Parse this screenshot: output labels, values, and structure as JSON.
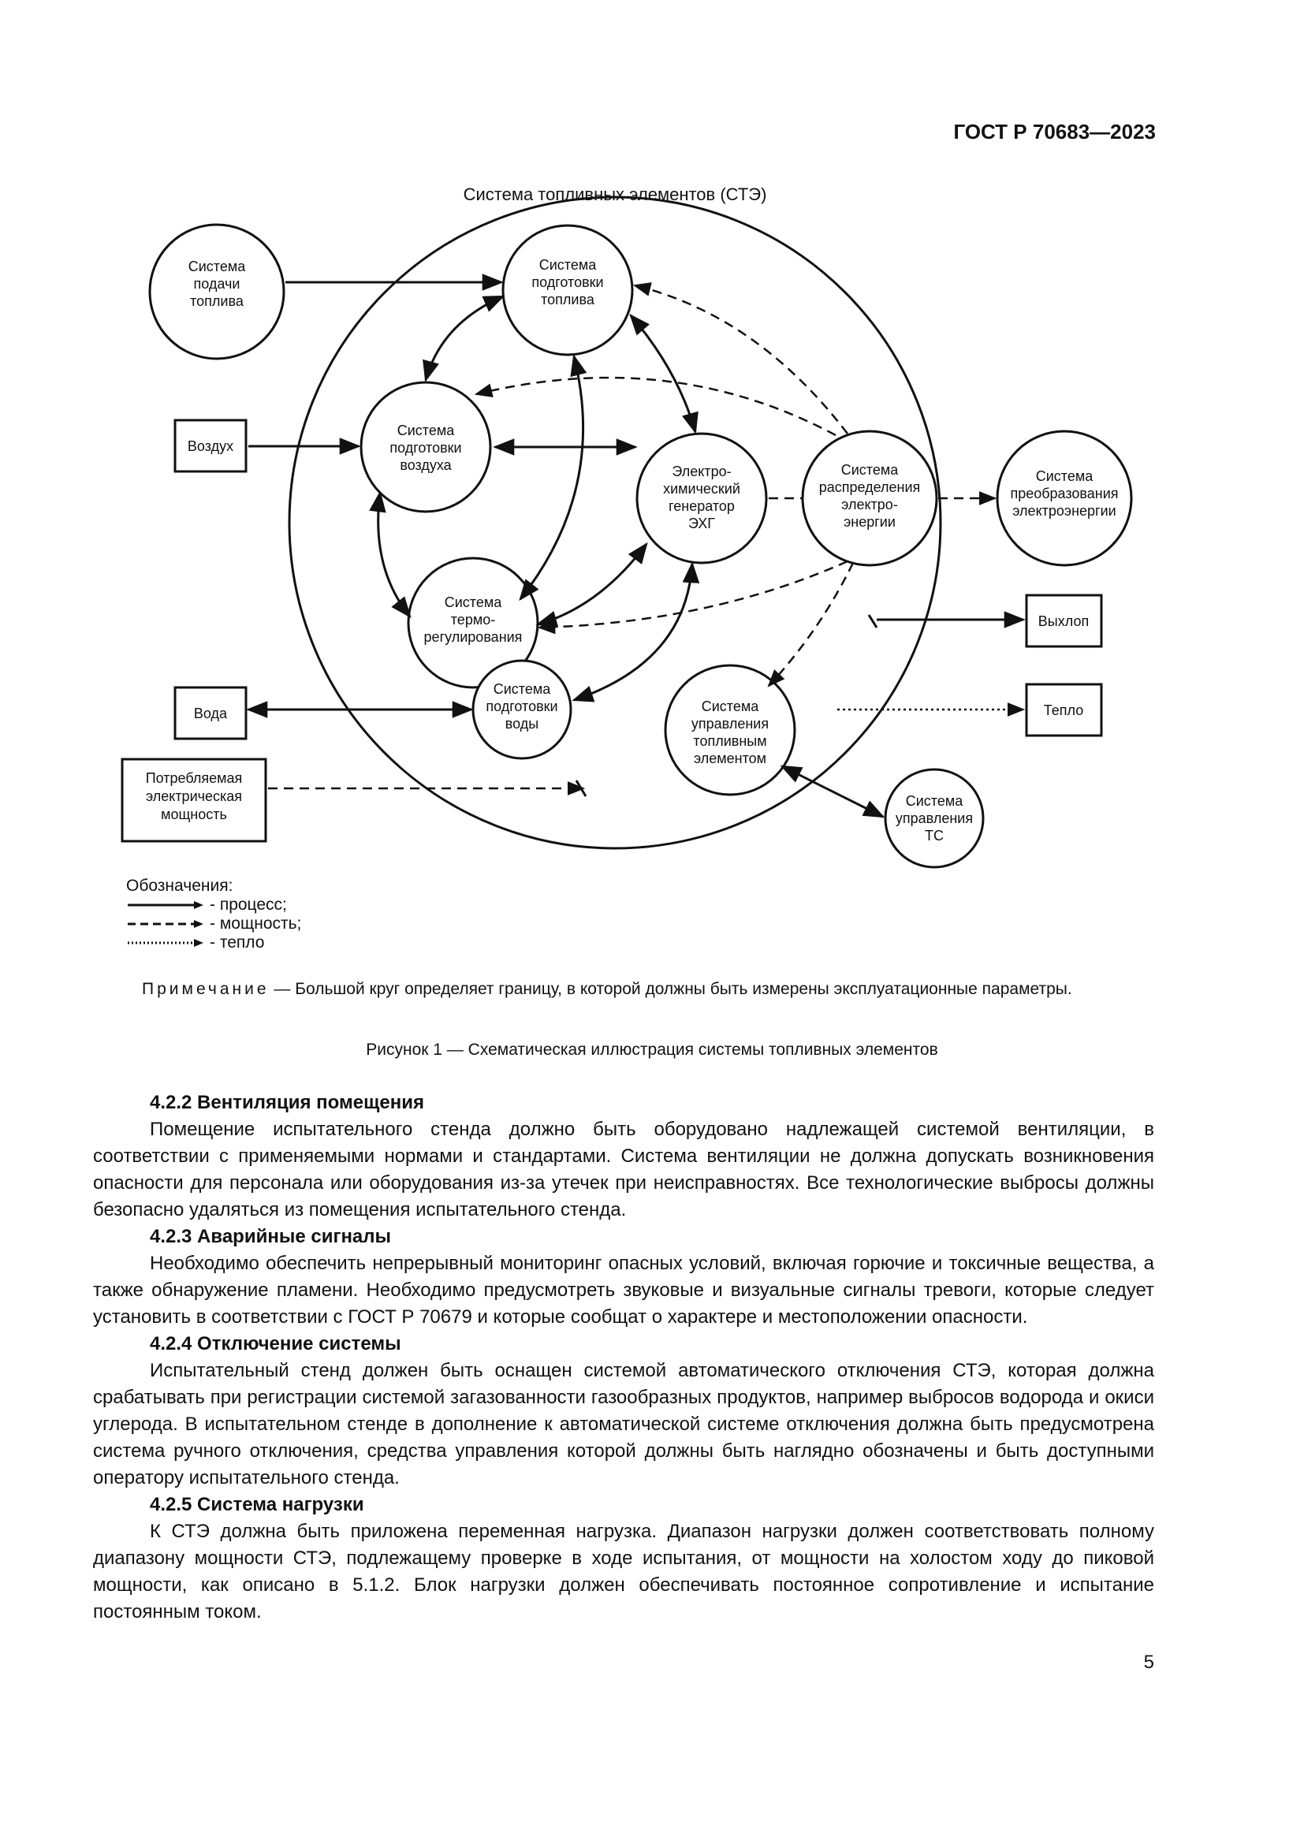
{
  "header": {
    "standard": "ГОСТ Р 70683—2023"
  },
  "figure": {
    "title": "Система топливных элементов (СТЭ)",
    "nodes": {
      "fuel_supply": [
        "Система",
        "подачи",
        "топлива"
      ],
      "fuel_prep": [
        "Система",
        "подготовки",
        "топлива"
      ],
      "air_prep": [
        "Система",
        "подготовки",
        "воздуха"
      ],
      "ehg": [
        "Электро-",
        "химический",
        "генератор",
        "ЭХГ"
      ],
      "power_dist": [
        "Система",
        "распределения",
        "электро-",
        "энергии"
      ],
      "power_conv": [
        "Система",
        "преобразования",
        "электроэнергии"
      ],
      "thermo": [
        "Система",
        "термо-",
        "регулирования"
      ],
      "water_prep": [
        "Система",
        "подготовки",
        "воды"
      ],
      "fc_control": [
        "Система",
        "управления",
        "топливным",
        "элементом"
      ],
      "ts_control": [
        "Система",
        "управления",
        "ТС"
      ]
    },
    "boxes": {
      "air": "Воздух",
      "water": "Вода",
      "exhaust": "Выхлоп",
      "heat": "Тепло",
      "consumed_power": [
        "Потребляемая",
        "электрическая",
        "мощность"
      ]
    }
  },
  "legend": {
    "heading": "Обозначения:",
    "process": "- процесс;",
    "power": "- мощность;",
    "heat": "- тепло"
  },
  "note": {
    "label": "Примечание",
    "text": " — Большой круг определяет границу, в которой должны быть измерены эксплуатационные параметры."
  },
  "caption": "Рисунок 1 — Схематическая иллюстрация системы топливных элементов",
  "sections": [
    {
      "heading": "4.2.2 Вентиляция помещения",
      "paragraphs": [
        "Помещение испытательного стенда должно быть оборудовано надлежащей системой вентиляции, в соответствии с применяемыми нормами и стандартами. Система вентиляции не должна допускать возникновения опасности для персонала или оборудования из-за утечек при неисправностях. Все технологические выбросы должны безопасно удаляться из помещения испытательного стенда."
      ]
    },
    {
      "heading": "4.2.3 Аварийные сигналы",
      "paragraphs": [
        "Необходимо обеспечить непрерывный мониторинг опасных условий, включая горючие и токсичные вещества, а также обнаружение пламени. Необходимо предусмотреть звуковые и визуальные сигналы тревоги, которые следует установить в соответствии с ГОСТ Р 70679 и которые сообщат о характере и местоположении опасности."
      ]
    },
    {
      "heading": "4.2.4 Отключение системы",
      "paragraphs": [
        "Испытательный стенд должен быть оснащен системой автоматического отключения СТЭ, которая должна срабатывать при регистрации системой загазованности газообразных продуктов, например выбросов водорода и окиси углерода. В испытательном стенде в дополнение к автоматической системе отключения должна быть предусмотрена система ручного отключения, средства управления которой должны быть наглядно обозначены и быть доступными оператору испытательного стенда."
      ]
    },
    {
      "heading": "4.2.5 Система нагрузки",
      "paragraphs": [
        "К СТЭ должна быть приложена переменная нагрузка. Диапазон нагрузки должен соответствовать полному диапазону мощности СТЭ, подлежащему проверке в ходе испытания, от мощности на холостом ходу до пиковой мощности, как описано в 5.1.2. Блок нагрузки должен обеспечивать постоянное сопротивление и испытание постоянным током."
      ]
    }
  ],
  "page_number": "5"
}
